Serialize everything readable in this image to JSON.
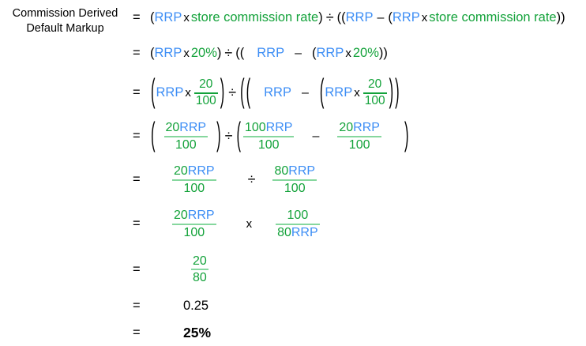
{
  "label": {
    "line1": "Commission Derived",
    "line2": "Default Markup"
  },
  "colors": {
    "variable_blue": "#3d8ef5",
    "term_green": "#13a23a",
    "light_bar_green": "#86d79e",
    "text_black": "#000000",
    "background": "#ffffff"
  },
  "tokens": {
    "eq": "=",
    "rrp": "RRP",
    "times": "x",
    "divide": "÷",
    "minus": "–",
    "lparen": "(",
    "rparen": ")",
    "store_commission_rate": "store commission rate",
    "pct20": "20%",
    "n20": "20",
    "n80": "80",
    "n100": "100",
    "n20rrp_num": "20",
    "n80rrp_num": "80",
    "n100rrp_num": "100",
    "result_decimal": "0.25",
    "result_percent": "25%"
  },
  "formula_lines": [
    {
      "index": 1,
      "text": "= (RRP x store commission rate) ÷ ((RRP – (RRP x store commission rate))"
    },
    {
      "index": 2,
      "text": "= (RRP x 20%) ÷ (( RRP – (RRP x 20%))"
    },
    {
      "index": 3,
      "text": "= (RRP x 20/100) ÷ (( RRP – (RRP x 20/100))"
    },
    {
      "index": 4,
      "text": "= ( 20RRP/100 ) ÷ (100RRP/100 – 20RRP/100 )"
    },
    {
      "index": 5,
      "text": "= 20RRP/100 ÷ 80RRP/100"
    },
    {
      "index": 6,
      "text": "= 20RRP/100 x 100/80RRP"
    },
    {
      "index": 7,
      "text": "= 20/80"
    },
    {
      "index": 8,
      "text": "= 0.25"
    },
    {
      "index": 9,
      "text": "= 25%"
    }
  ]
}
